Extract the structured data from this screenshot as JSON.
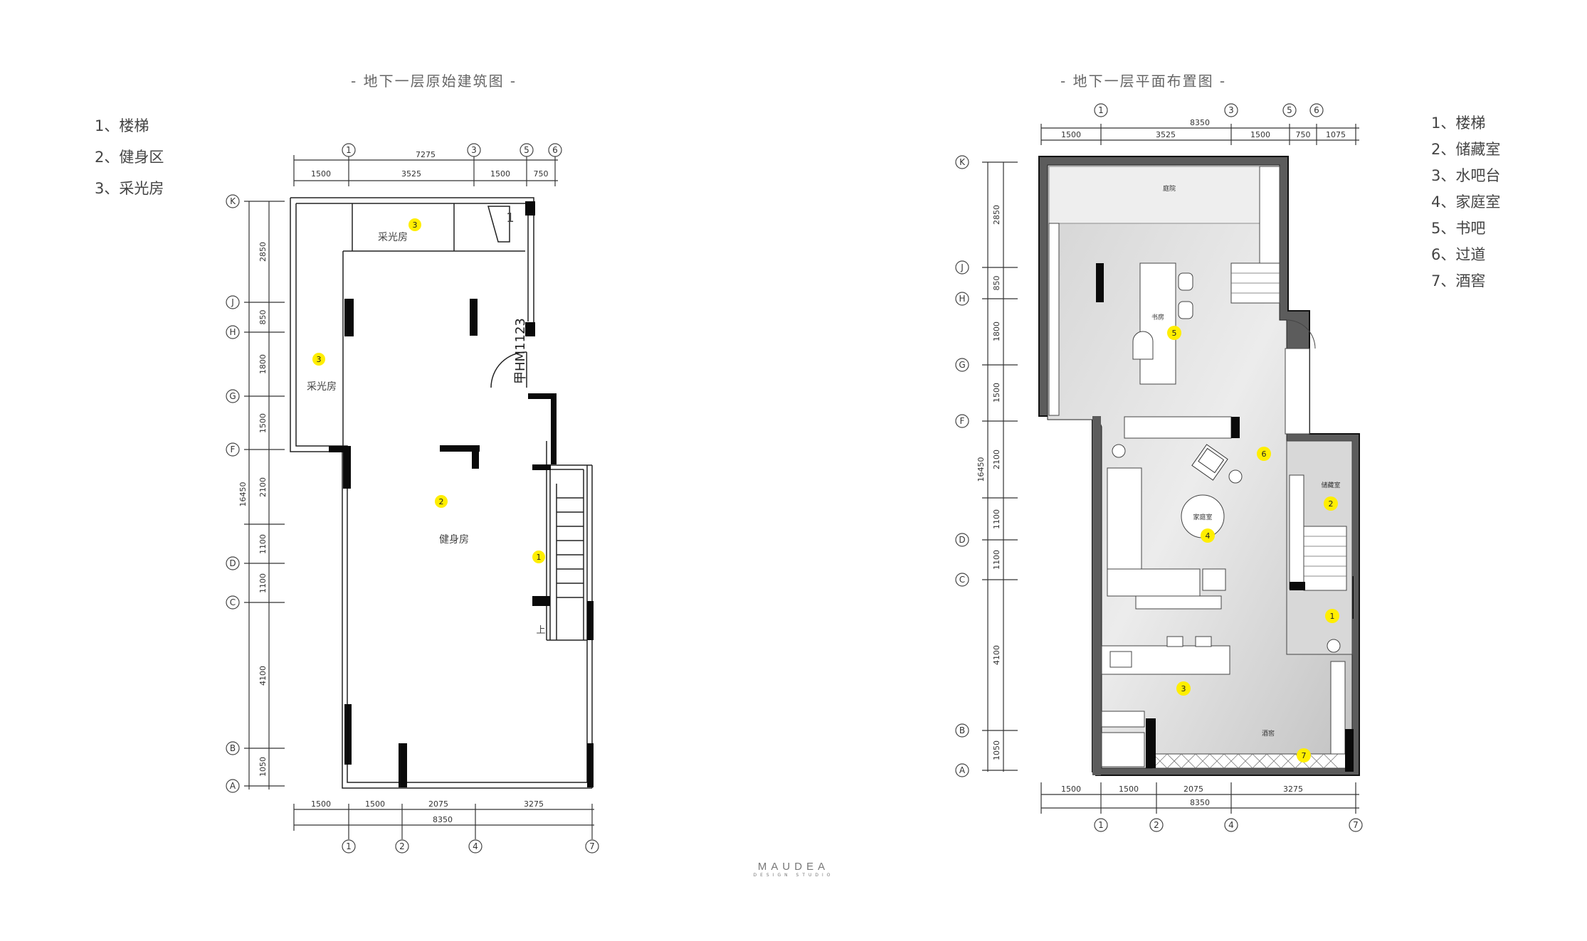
{
  "plans": {
    "original": {
      "title": "- 地下一层原始建筑图 -",
      "legend": [
        "1、楼梯",
        "2、健身区",
        "3、采光房"
      ],
      "rooms": {
        "light1": "采光房",
        "light2": "采光房",
        "gym": "健身房"
      },
      "door_label": "甲HM1123",
      "stair_up": "上",
      "stair_marker": "1",
      "markers": [
        "3",
        "3",
        "2",
        "1"
      ],
      "dims_top_total": "7275",
      "dims_top": [
        "1500",
        "3525",
        "1500",
        "750"
      ],
      "dims_bottom": [
        "1500",
        "1500",
        "2075",
        "3275"
      ],
      "dims_bottom_total": "8350",
      "dims_left": [
        "2850",
        "850",
        "1800",
        "1500",
        "2100",
        "1100",
        "1100",
        "4100",
        "1050"
      ],
      "dims_left_total": "16450",
      "axes_top": [
        "1",
        "3",
        "5",
        "6"
      ],
      "axes_bottom": [
        "1",
        "2",
        "4",
        "7"
      ],
      "axes_left": [
        "K",
        "J",
        "H",
        "G",
        "F",
        "D",
        "C",
        "B",
        "A"
      ]
    },
    "layout": {
      "title": "- 地下一层平面布置图 -",
      "legend": [
        "1、楼梯",
        "2、储藏室",
        "3、水吧台",
        "4、家庭室",
        "5、书吧",
        "6、过道",
        "7、酒窖"
      ],
      "rooms": {
        "garden": "庭院",
        "study": "书房",
        "family": "家庭室",
        "storage": "储藏室",
        "cellar": "酒窖"
      },
      "markers": [
        "5",
        "6",
        "2",
        "4",
        "1",
        "3",
        "7"
      ],
      "dims_top_total": "8350",
      "dims_top": [
        "1500",
        "3525",
        "1500",
        "750",
        "1075"
      ],
      "dims_bottom": [
        "1500",
        "1500",
        "2075",
        "3275"
      ],
      "dims_bottom_total": "8350",
      "dims_left": [
        "2850",
        "850",
        "1800",
        "1500",
        "2100",
        "1100",
        "1100",
        "4100",
        "1050"
      ],
      "dims_left_total": "16450",
      "axes_top": [
        "1",
        "3",
        "5",
        "6"
      ],
      "axes_bottom": [
        "1",
        "2",
        "4",
        "7"
      ],
      "axes_left": [
        "K",
        "J",
        "H",
        "G",
        "F",
        "D",
        "C",
        "B",
        "A"
      ]
    }
  },
  "brand": {
    "name": "MAUDEA",
    "sub": "DESIGN STUDIO"
  },
  "colors": {
    "marker": "#ffee00",
    "wall": "#111111",
    "floor_gray": "#c8c8c8",
    "floor_light": "#f2f2f2"
  }
}
